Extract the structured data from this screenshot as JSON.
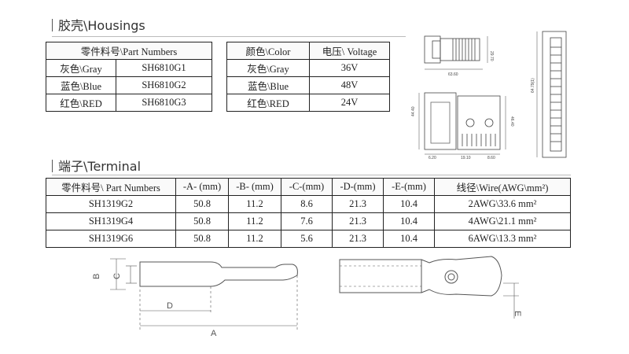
{
  "housings": {
    "title": "胶壳\\Housings",
    "parts_table": {
      "header": "零件料号\\Part Numbers",
      "rows": [
        [
          "灰色\\Gray",
          "SH6810G1"
        ],
        [
          "蓝色\\Blue",
          "SH6810G2"
        ],
        [
          "红色\\RED",
          "SH6810G3"
        ]
      ]
    },
    "color_table": {
      "headers": [
        "颜色\\Color",
        "电压\\ Voltage"
      ],
      "rows": [
        [
          "灰色\\Gray",
          "36V"
        ],
        [
          "蓝色\\Blue",
          "48V"
        ],
        [
          "红色\\RED",
          "24V"
        ]
      ]
    },
    "drawing_labels": {
      "width": "63.60",
      "height_small": "29.70",
      "dim_a": "44.40",
      "dim_b": "46.40",
      "length": "64.79(1)",
      "bottom": [
        "6.20",
        "19.10",
        "8.60"
      ]
    }
  },
  "terminal": {
    "title": "端子\\Terminal",
    "table": {
      "headers": [
        "零件料号\\ Part Numbers",
        "-A- (mm)",
        "-B- (mm)",
        "-C-(mm)",
        "-D-(mm)",
        "-E-(mm)",
        "线径\\Wire(AWG\\mm²)"
      ],
      "rows": [
        [
          "SH1319G2",
          "50.8",
          "11.2",
          "8.6",
          "21.3",
          "10.4",
          "2AWG\\33.6 mm²"
        ],
        [
          "SH1319G4",
          "50.8",
          "11.2",
          "7.6",
          "21.3",
          "10.4",
          "4AWG\\21.1 mm²"
        ],
        [
          "SH1319G6",
          "50.8",
          "11.2",
          "5.6",
          "21.3",
          "10.4",
          "6AWG\\13.3 mm²"
        ]
      ]
    },
    "drawing_labels": {
      "a": "A",
      "b": "B",
      "c": "C",
      "d": "D",
      "e": "E"
    }
  }
}
